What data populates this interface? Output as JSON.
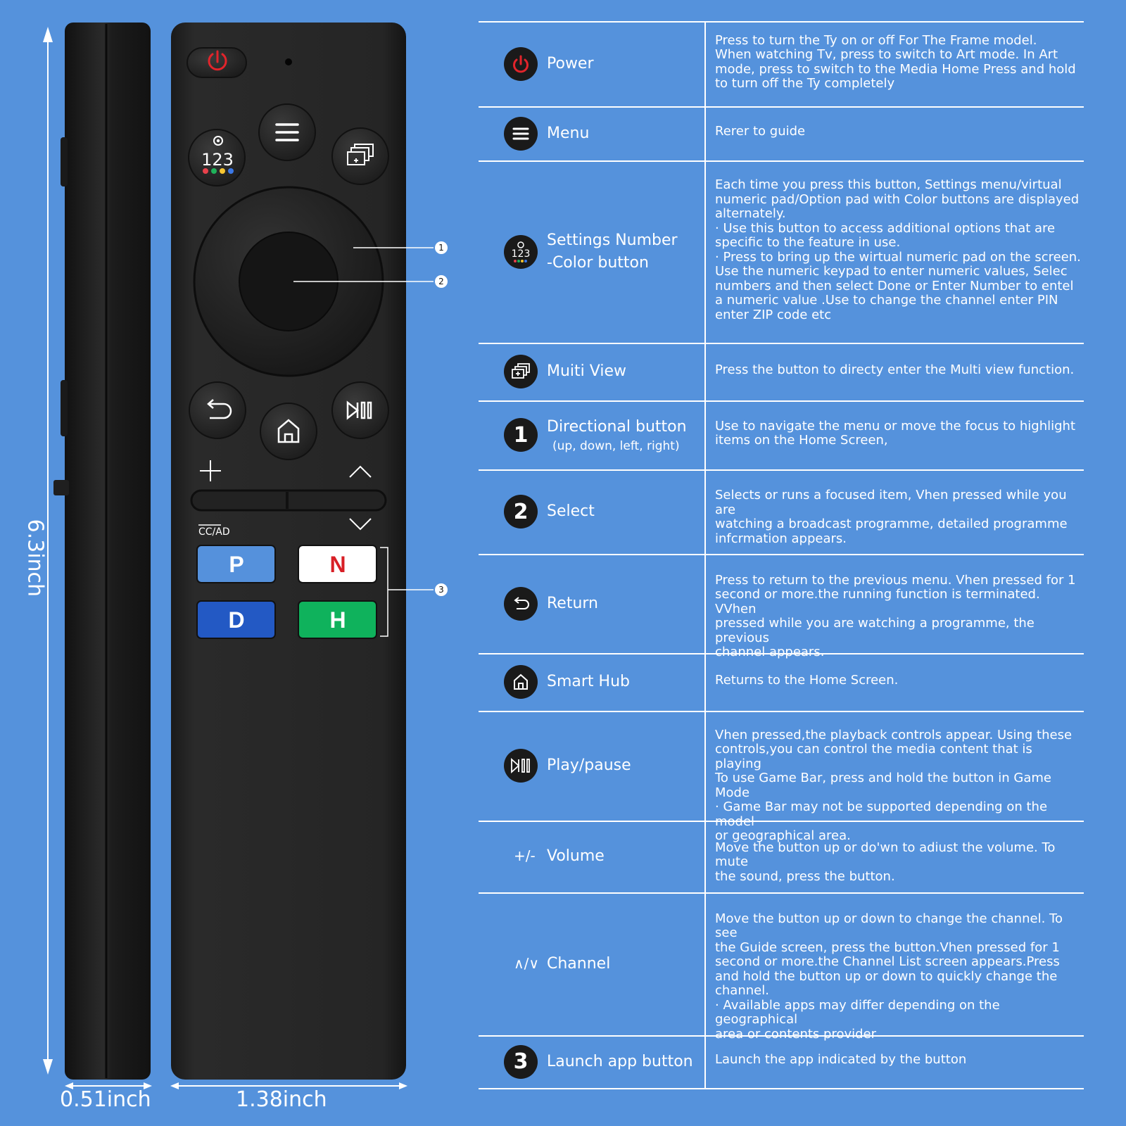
{
  "dimensions": {
    "height": "6.3inch",
    "depth": "0.51inch",
    "width": "1.38inch"
  },
  "remote": {
    "settings_number_label": "123",
    "ccad_label": "CC/AD",
    "callouts": [
      "1",
      "2",
      "3"
    ],
    "app_buttons": [
      {
        "letter": "P",
        "color": "#5591dc",
        "text_color": "#ffffff"
      },
      {
        "letter": "N",
        "color": "#ffffff",
        "text_color": "#d81f26"
      },
      {
        "letter": "D",
        "color": "#2359c4",
        "text_color": "#ffffff"
      },
      {
        "letter": "H",
        "color": "#0fb25c",
        "text_color": "#ffffff"
      }
    ],
    "color_dots": [
      "#e8414b",
      "#1fb25a",
      "#f6c532",
      "#3b78e7"
    ],
    "power_color": "#e2242b"
  },
  "table": {
    "rows": [
      {
        "icon": "power-icon",
        "name": "Power",
        "desc": "Press to turn the Ty on or off For The Frame model.\nWhen watching Tv, press to switch to Art mode. In Art\nmode, press to switch to the Media Home Press and hold\nto turn off the Ty completely"
      },
      {
        "icon": "menu-icon",
        "name": "Menu",
        "desc": "Rerer to guide"
      },
      {
        "icon": "settings-number-icon",
        "name": "Settings Number\n-Color button",
        "desc": "Each time you press this button, Settings menu/virtual\nnumeric pad/Option pad with Color buttons are displayed\nalternately.\n· Use this button to access additional options that are\nspecific to the feature in use.\n· Press to bring up the wirtual numeric pad on the screen.\nUse the numeric keypad to enter numeric values, Selec\nnumbers and then select Done or Enter Number to entel\na numeric value .Use to change the channel enter PIN\nenter ZIP code etc"
      },
      {
        "icon": "multi-view-icon",
        "name": "Muiti View",
        "desc": "Press the button to directy enter the Multi view function."
      },
      {
        "icon": "number-1",
        "number": "1",
        "name": "Directional button",
        "sub": "(up, down, left, right)",
        "desc": "Use to navigate the menu or move the focus to highlight\nitems on the Home Screen,"
      },
      {
        "icon": "number-2",
        "number": "2",
        "name": "Select",
        "desc": "Selects or runs a focused item, Vhen pressed while you are\nwatching a broadcast programme, detailed programme\ninfcrmation appears."
      },
      {
        "icon": "return-icon",
        "name": "Return",
        "desc": "Press to return to the previous menu. Vhen pressed for 1\nsecond or more.the running function is terminated. VVhen\npressed while you are watching a programme, the previous\nchannel appears."
      },
      {
        "icon": "home-icon",
        "name": "Smart Hub",
        "desc": "Returns to the Home Screen."
      },
      {
        "icon": "play-pause-icon",
        "name": "Play/pause",
        "desc": "Vhen pressed,the playback controls appear. Using these\ncontrols,you can control the media content that is playing\nTo use Game Bar, press and hold the button in Game Mode\n· Game Bar may not be supported depending on the model\nor geographical area."
      },
      {
        "icon": "volume-symbol",
        "symbol": "+/-",
        "name": "Volume",
        "desc": "Move the button up or do'wn to adiust the volume. To mute\nthe sound, press the button."
      },
      {
        "icon": "channel-symbol",
        "symbol": "∧/∨",
        "name": "Channel",
        "desc": "Move the button up or down to change the channel. To see\nthe Guide screen, press the button.Vhen pressed for 1\nsecond or more.the Channel List screen appears.Press\nand hold the button up or down to quickly change the\nchannel.\n· Available apps may differ depending on the geographical\narea or contents provider"
      },
      {
        "icon": "number-3",
        "number": "3",
        "name": "Launch app button",
        "desc": "Launch the app indicated by the button"
      }
    ]
  }
}
